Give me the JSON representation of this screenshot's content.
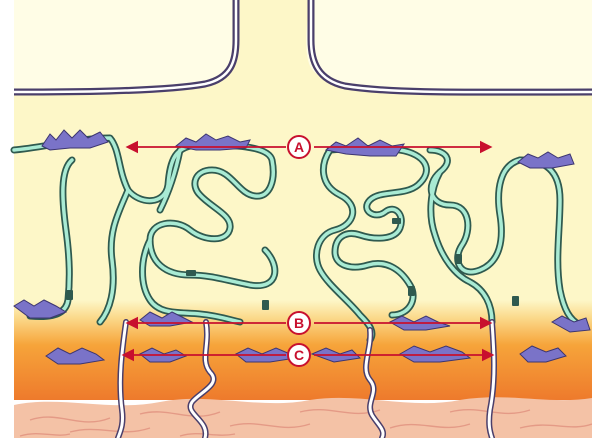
{
  "diagram": {
    "labels": [
      "A",
      "B",
      "C"
    ],
    "colors": {
      "background": "#ffffff",
      "upper_region": "#fdf7c8",
      "band_top": "#fbd98a",
      "band_mid": "#f6a43a",
      "band_deep": "#ee7a2c",
      "base_layer": "#f4c2a6",
      "base_lines": "#e49a86",
      "membrane_stroke": "#4a3f6b",
      "filament_core": "#a9ebd4",
      "filament_edge": "#2f5a4f",
      "patch": "#7a73c8",
      "arrow": "#c8102e"
    }
  }
}
